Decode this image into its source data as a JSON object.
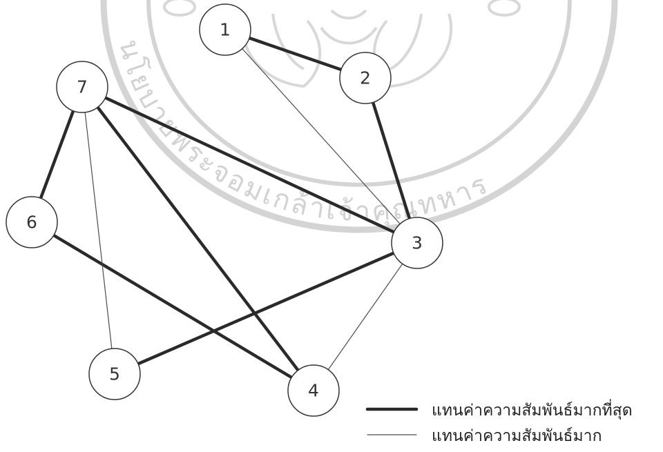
{
  "nodes": [
    {
      "id": "1",
      "label": "1"
    },
    {
      "id": "2",
      "label": "2"
    },
    {
      "id": "3",
      "label": "3"
    },
    {
      "id": "4",
      "label": "4"
    },
    {
      "id": "5",
      "label": "5"
    },
    {
      "id": "6",
      "label": "6"
    },
    {
      "id": "7",
      "label": "7"
    }
  ],
  "edges": [
    {
      "from": "1",
      "to": "2",
      "strength": "strongest"
    },
    {
      "from": "2",
      "to": "3",
      "strength": "strongest"
    },
    {
      "from": "7",
      "to": "3",
      "strength": "strongest"
    },
    {
      "from": "7",
      "to": "6",
      "strength": "strongest"
    },
    {
      "from": "7",
      "to": "4",
      "strength": "strongest"
    },
    {
      "from": "6",
      "to": "4",
      "strength": "strongest"
    },
    {
      "from": "5",
      "to": "3",
      "strength": "strongest"
    },
    {
      "from": "1",
      "to": "3",
      "strength": "strong"
    },
    {
      "from": "7",
      "to": "5",
      "strength": "strong"
    },
    {
      "from": "3",
      "to": "4",
      "strength": "strong"
    }
  ],
  "legend": {
    "strongest_label": "แทนค่าความสัมพันธ์มากที่สุด",
    "strong_label": "แทนค่าความสัมพันธ์มาก"
  },
  "watermark": {
    "text": "นโยบายพระจอมเกล้าเจ้าคุณทหาร",
    "color": "#d4d4d4"
  },
  "colors": {
    "line": "#2a2a2a",
    "node_border": "#333333"
  }
}
